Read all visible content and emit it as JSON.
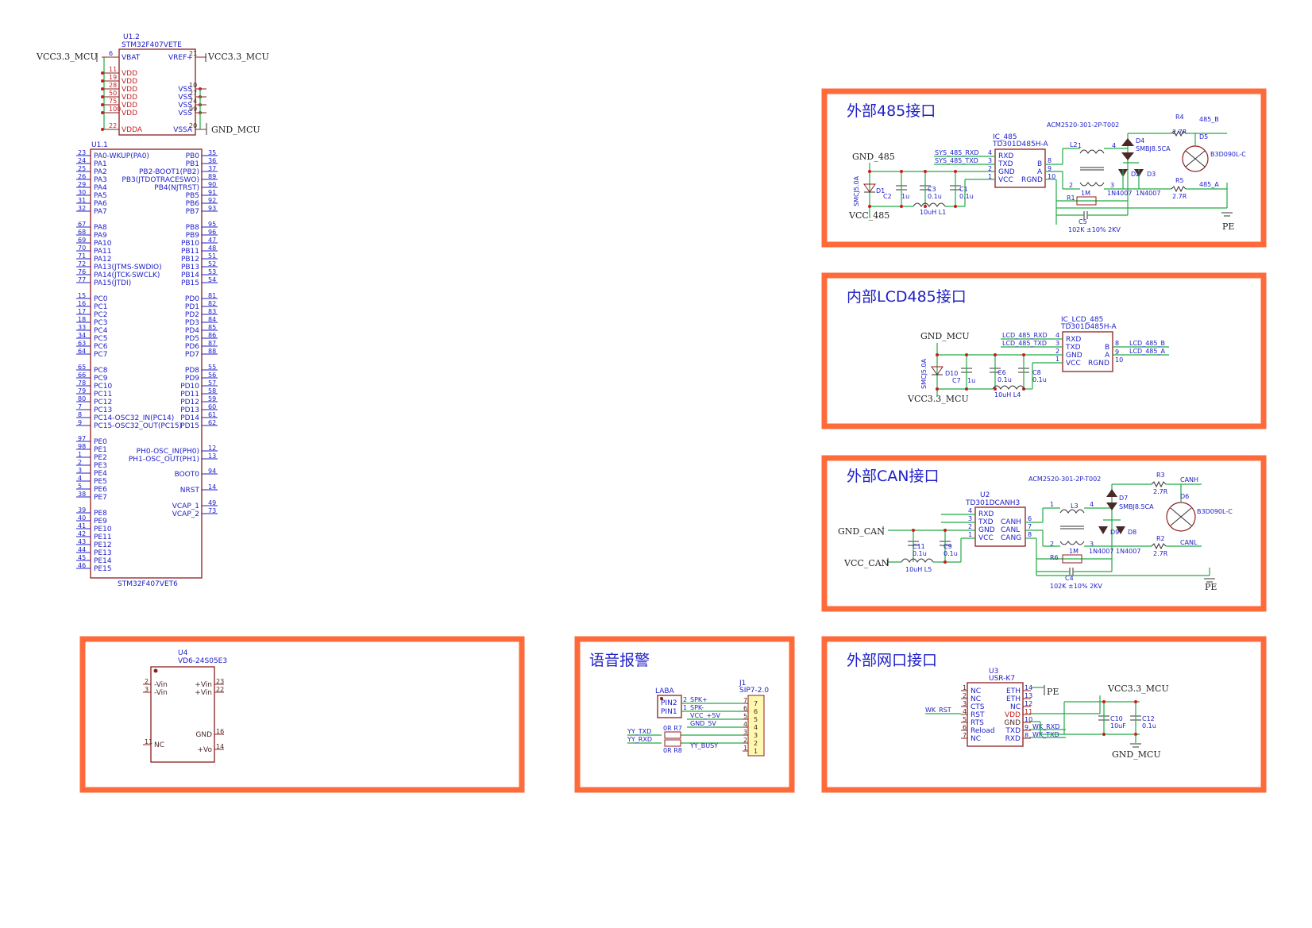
{
  "mcu_power": {
    "ref": "U1.2",
    "part": "STM32F407VETE",
    "left_net": "VCC3.3_MCU",
    "right_net_top": "VCC3.3_MCU",
    "right_net_bottom": "GND_MCU",
    "left_pins": [
      {
        "num": "6",
        "name": "VBAT"
      },
      {
        "num": "11",
        "name": "VDD"
      },
      {
        "num": "19",
        "name": "VDD"
      },
      {
        "num": "28",
        "name": "VDD"
      },
      {
        "num": "50",
        "name": "VDD"
      },
      {
        "num": "75",
        "name": "VDD"
      },
      {
        "num": "100",
        "name": "VDD"
      },
      {
        "num": "22",
        "name": "VDDA"
      }
    ],
    "right_pins": [
      {
        "num": "21",
        "name": "VREF+"
      },
      {
        "num": "10",
        "name": "VSS"
      },
      {
        "num": "27",
        "name": "VSS"
      },
      {
        "num": "74",
        "name": "VSS"
      },
      {
        "num": "99",
        "name": "VSS"
      },
      {
        "num": "20",
        "name": "VSSA"
      }
    ]
  },
  "mcu_io": {
    "ref": "U1.1",
    "part": "STM32F407VET6",
    "left_groups": [
      [
        [
          "23",
          "PA0-WKUP(PA0)"
        ],
        [
          "24",
          "PA1"
        ],
        [
          "25",
          "PA2"
        ],
        [
          "26",
          "PA3"
        ],
        [
          "29",
          "PA4"
        ],
        [
          "30",
          "PA5"
        ],
        [
          "31",
          "PA6"
        ],
        [
          "32",
          "PA7"
        ]
      ],
      [
        [
          "67",
          "PA8"
        ],
        [
          "68",
          "PA9"
        ],
        [
          "69",
          "PA10"
        ],
        [
          "70",
          "PA11"
        ],
        [
          "71",
          "PA12"
        ],
        [
          "72",
          "PA13(JTMS-SWDIO)"
        ],
        [
          "76",
          "PA14(JTCK-SWCLK)"
        ],
        [
          "77",
          "PA15(JTDI)"
        ]
      ],
      [
        [
          "15",
          "PC0"
        ],
        [
          "16",
          "PC1"
        ],
        [
          "17",
          "PC2"
        ],
        [
          "18",
          "PC3"
        ],
        [
          "33",
          "PC4"
        ],
        [
          "34",
          "PC5"
        ],
        [
          "63",
          "PC6"
        ],
        [
          "64",
          "PC7"
        ]
      ],
      [
        [
          "65",
          "PC8"
        ],
        [
          "66",
          "PC9"
        ],
        [
          "78",
          "PC10"
        ],
        [
          "79",
          "PC11"
        ],
        [
          "80",
          "PC12"
        ],
        [
          "7",
          "PC13"
        ],
        [
          "8",
          "PC14-OSC32_IN(PC14)"
        ],
        [
          "9",
          "PC15-OSC32_OUT(PC15)"
        ]
      ],
      [
        [
          "97",
          "PE0"
        ],
        [
          "98",
          "PE1"
        ],
        [
          "1",
          "PE2"
        ],
        [
          "2",
          "PE3"
        ],
        [
          "3",
          "PE4"
        ],
        [
          "4",
          "PE5"
        ],
        [
          "5",
          "PE6"
        ],
        [
          "38",
          "PE7"
        ]
      ],
      [
        [
          "39",
          "PE8"
        ],
        [
          "40",
          "PE9"
        ],
        [
          "41",
          "PE10"
        ],
        [
          "42",
          "PE11"
        ],
        [
          "43",
          "PE12"
        ],
        [
          "44",
          "PE13"
        ],
        [
          "45",
          "PE14"
        ],
        [
          "46",
          "PE15"
        ]
      ]
    ],
    "right_groups": [
      [
        [
          "35",
          "PB0"
        ],
        [
          "36",
          "PB1"
        ],
        [
          "37",
          "PB2-BOOT1(PB2)"
        ],
        [
          "89",
          "PB3(JTDOTRACESWO)"
        ],
        [
          "90",
          "PB4(NJTRST)"
        ],
        [
          "91",
          "PB5"
        ],
        [
          "92",
          "PB6"
        ],
        [
          "93",
          "PB7"
        ]
      ],
      [
        [
          "95",
          "PB8"
        ],
        [
          "96",
          "PB9"
        ],
        [
          "47",
          "PB10"
        ],
        [
          "48",
          "PB11"
        ],
        [
          "51",
          "PB12"
        ],
        [
          "52",
          "PB13"
        ],
        [
          "53",
          "PB14"
        ],
        [
          "54",
          "PB15"
        ]
      ],
      [
        [
          "81",
          "PD0"
        ],
        [
          "82",
          "PD1"
        ],
        [
          "83",
          "PD2"
        ],
        [
          "84",
          "PD3"
        ],
        [
          "85",
          "PD4"
        ],
        [
          "86",
          "PD5"
        ],
        [
          "87",
          "PD6"
        ],
        [
          "88",
          "PD7"
        ]
      ],
      [
        [
          "55",
          "PD8"
        ],
        [
          "56",
          "PD9"
        ],
        [
          "57",
          "PD10"
        ],
        [
          "58",
          "PD11"
        ],
        [
          "59",
          "PD12"
        ],
        [
          "60",
          "PD13"
        ],
        [
          "61",
          "PD14"
        ],
        [
          "62",
          "PD15"
        ]
      ],
      [
        [
          "12",
          "PH0-OSC_IN(PH0)"
        ],
        [
          "13",
          "PH1-OSC_OUT(PH1)"
        ]
      ],
      [
        [
          "94",
          "BOOT0"
        ]
      ],
      [
        [
          "14",
          "NRST"
        ]
      ],
      [
        [
          "49",
          "VCAP_1"
        ],
        [
          "73",
          "VCAP_2"
        ]
      ]
    ]
  },
  "u4": {
    "ref": "U4",
    "part": "VD6-24S05E3",
    "left_pins": [
      [
        "2",
        "-Vin"
      ],
      [
        "3",
        "-Vin"
      ],
      [
        "11",
        "NC"
      ]
    ],
    "right_pins": [
      [
        "23",
        "+Vin"
      ],
      [
        "22",
        "+Vin"
      ],
      [
        "16",
        "GND"
      ],
      [
        "14",
        "+Vo"
      ]
    ]
  },
  "rs485_ext": {
    "title": "外部485接口",
    "chip_ref": "IC_485",
    "chip_part": "TD301D485H-A",
    "left_pins": [
      [
        "4",
        "RXD"
      ],
      [
        "3",
        "TXD"
      ],
      [
        "2",
        "GND"
      ],
      [
        "1",
        "VCC"
      ]
    ],
    "right_pins": [
      [
        "8",
        "B"
      ],
      [
        "9",
        "A"
      ],
      [
        "10",
        "RGND"
      ]
    ],
    "nets": [
      "SYS_485_RXD",
      "SYS_485_TXD",
      "GND_485",
      "VCC_485",
      "485_B",
      "485_A",
      "PE"
    ],
    "parts": [
      "D1",
      "C2",
      "1u",
      "C3",
      "0.1u",
      "C1",
      "0.1u",
      "10uH L1",
      "SMCJ5.0A",
      "L2",
      "R1",
      "1M",
      "C5",
      "102K ±10% 2KV",
      "D4",
      "SMBJ8.5CA",
      "D2",
      "D3",
      "1N4007",
      "1N4007",
      "R4",
      "2.7R",
      "R5",
      "2.7R",
      "D5",
      "B3D090L-C",
      "ACM2520-301-2P-T002"
    ]
  },
  "rs485_lcd": {
    "title": "内部LCD485接口",
    "chip_ref": "IC_LCD_485",
    "chip_part": "TD301D485H-A",
    "left_pins": [
      [
        "4",
        "RXD"
      ],
      [
        "3",
        "TXD"
      ],
      [
        "2",
        "GND"
      ],
      [
        "1",
        "VCC"
      ]
    ],
    "right_pins": [
      [
        "8",
        "B"
      ],
      [
        "9",
        "A"
      ],
      [
        "10",
        "RGND"
      ]
    ],
    "nets": [
      "LCD_485_RXD",
      "LCD_485_TXD",
      "GND_MCU",
      "VCC3.3_MCU",
      "LCD_485_B",
      "LCD_485_A"
    ],
    "parts": [
      "D10",
      "C7",
      "1u",
      "C6",
      "0.1u",
      "C8",
      "0.1u",
      "10uH L4",
      "SMCJ5.0A"
    ]
  },
  "can_ext": {
    "title": "外部CAN接口",
    "chip_ref": "U2",
    "chip_part": "TD301DCANH3",
    "left_pins": [
      [
        "4",
        "RXD"
      ],
      [
        "3",
        "TXD"
      ],
      [
        "2",
        "GND"
      ],
      [
        "1",
        "VCC"
      ]
    ],
    "right_pins": [
      [
        "6",
        "CANH"
      ],
      [
        "7",
        "CANL"
      ],
      [
        "8",
        "CANG"
      ]
    ],
    "nets": [
      "GND_CAN",
      "VCC_CAN",
      "CANH",
      "CANL",
      "PE"
    ],
    "parts": [
      "C11",
      "0.1u",
      "C9",
      "0.1u",
      "10uH L5",
      "L3",
      "R6",
      "1M",
      "C4",
      "102K ±10% 2KV",
      "D7",
      "SMBJ8.5CA",
      "D9",
      "D8",
      "1N4007",
      "1N4007",
      "R3",
      "2.7R",
      "R2",
      "2.7R",
      "D6",
      "B3D090L-C",
      "ACM2520-301-2P-T002"
    ]
  },
  "voice": {
    "title": "语音报警",
    "speaker_ref": "LABA",
    "speaker_pins": [
      [
        "2",
        "PIN2"
      ],
      [
        "1",
        "PIN1"
      ]
    ],
    "connector_ref": "J1",
    "connector_part": "SIP7-2.0",
    "connector_pins": [
      "7",
      "6",
      "5",
      "4",
      "3",
      "2",
      "1"
    ],
    "nets": [
      "SPK+",
      "SPK-",
      "VCC_+5V",
      "GND_5V",
      "YY_BUSY",
      "YY_TXD",
      "YY_RXD"
    ],
    "resistors": [
      "0R R7",
      "0R R8"
    ]
  },
  "ethernet": {
    "title": "外部网口接口",
    "chip_ref": "U3",
    "chip_part": "USR-K7",
    "left_pins": [
      [
        "1",
        "NC"
      ],
      [
        "2",
        "NC"
      ],
      [
        "3",
        "CTS"
      ],
      [
        "4",
        "RST"
      ],
      [
        "5",
        "RTS"
      ],
      [
        "6",
        "Reload"
      ],
      [
        "7",
        "NC"
      ]
    ],
    "right_pins": [
      [
        "14",
        "ETH"
      ],
      [
        "13",
        "ETH"
      ],
      [
        "12",
        "NC"
      ],
      [
        "11",
        "VDD"
      ],
      [
        "10",
        "GND"
      ],
      [
        "9",
        "TXD"
      ],
      [
        "8",
        "RXD"
      ]
    ],
    "nets": [
      "PE",
      "WK_RST",
      "WK_RXD",
      "WK_TXD",
      "VCC3.3_MCU",
      "GND_MCU"
    ],
    "parts": [
      "C10",
      "10uF",
      "C12",
      "0.1u"
    ]
  }
}
